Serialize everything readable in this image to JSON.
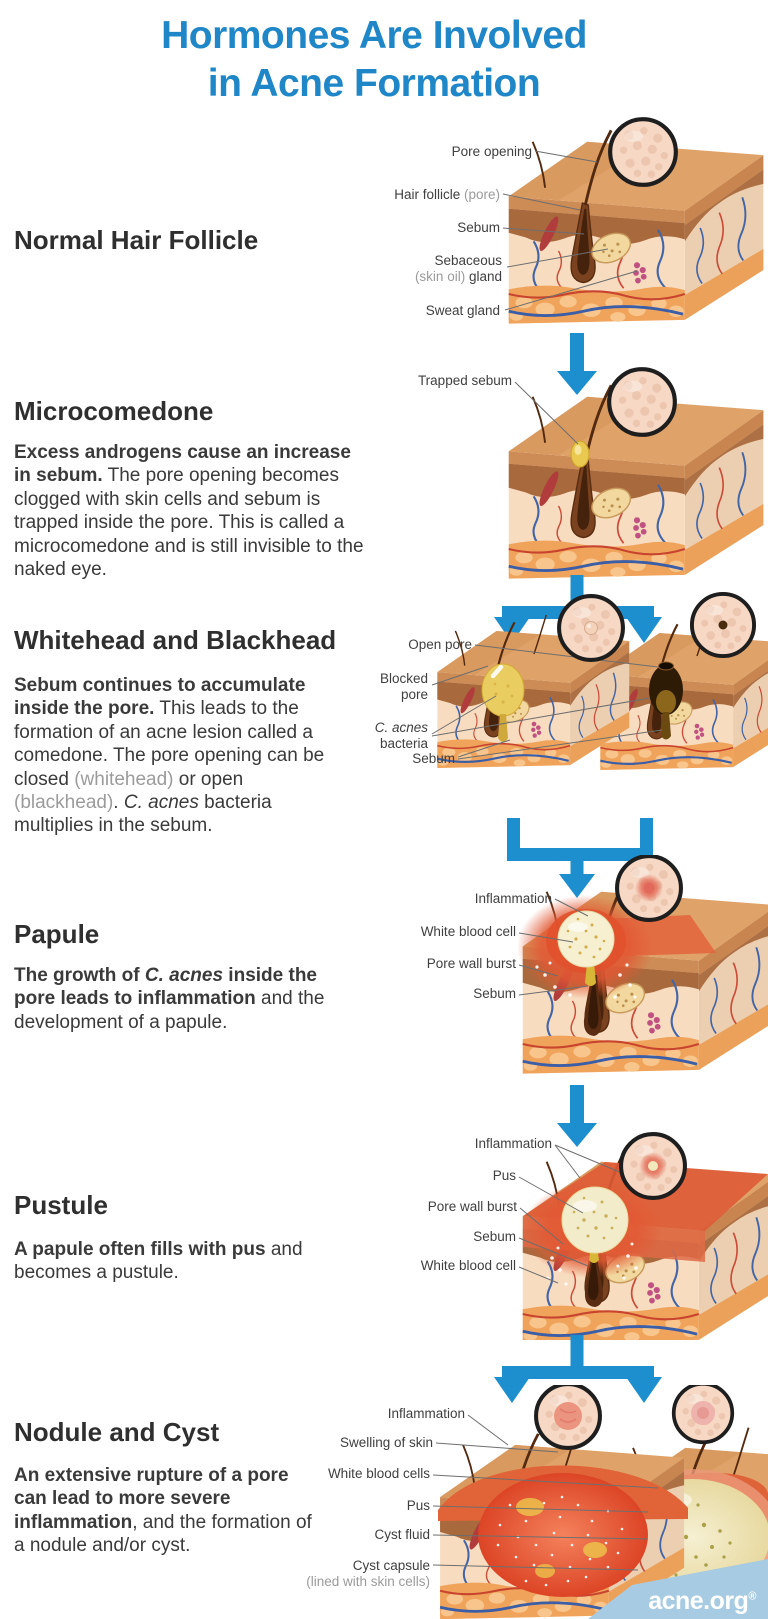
{
  "title": {
    "line1": "Hormones Are Involved",
    "line2": "in Acne Formation"
  },
  "colors": {
    "title_blue": "#1f87c7",
    "arrow_blue": "#1e8fce",
    "banner_blue": "#a7cbe2",
    "heading_dark": "#2f2f2f",
    "body_text": "#3a3a3a",
    "muted_gray": "#9b9b9b"
  },
  "sections": {
    "normal": {
      "heading": "Normal Hair Follicle",
      "labels": {
        "pore_opening": "Pore opening",
        "hair_follicle": "Hair follicle ",
        "hair_follicle_paren": "(pore)",
        "sebum": "Sebum",
        "sebaceous_line1": "Sebaceous",
        "sebaceous_paren": "(skin oil)",
        "sebaceous_rest": " gland",
        "sweat_gland": "Sweat gland"
      }
    },
    "microcomedone": {
      "heading": "Microcomedone",
      "para": {
        "bold": "Excess androgens cause an increase in sebum.",
        "rest": " The pore opening becomes clogged with skin cells and sebum is trapped inside the pore. This is called a microcomedone and is still invisible to the naked eye."
      },
      "labels": {
        "trapped_sebum": "Trapped sebum"
      }
    },
    "comedone": {
      "heading": "Whitehead and Blackhead",
      "para": {
        "p1": "Sebum continues to accumulate inside the pore.",
        "p2": " This leads to the formation of an acne lesion called a comedone. The pore opening can be closed ",
        "p3": "(whitehead)",
        "p4": " or open ",
        "p5": "(blackhead)",
        "p6": ". ",
        "p7": "C. acnes",
        "p8": " bacteria multiplies in the sebum."
      },
      "labels": {
        "open_pore": "Open pore",
        "blocked_1": "Blocked",
        "blocked_2": "pore",
        "cacnes_1": "C. acnes",
        "cacnes_2": "bacteria",
        "sebum": "Sebum"
      }
    },
    "papule": {
      "heading": "Papule",
      "para": {
        "p1": "The growth of ",
        "p2": "C. acnes",
        "p3": " inside the pore leads to inflammation",
        "p4": " and the development of a papule."
      },
      "labels": {
        "inflammation": "Inflammation",
        "white_blood_cell": "White blood cell",
        "pore_wall_burst": "Pore wall burst",
        "sebum": "Sebum"
      }
    },
    "pustule": {
      "heading": "Pustule",
      "para": {
        "bold": "A papule often fills with pus",
        "rest": " and becomes a pustule."
      },
      "labels": {
        "inflammation": "Inflammation",
        "pus": "Pus",
        "pore_wall_burst": "Pore wall burst",
        "sebum": "Sebum",
        "white_blood_cell": "White blood cell"
      }
    },
    "nodule": {
      "heading": "Nodule and Cyst",
      "para": {
        "bold": "An extensive rupture of a pore can lead to more severe inflammation",
        "rest": ", and the formation of a nodule and/or cyst."
      },
      "labels": {
        "inflammation": "Inflammation",
        "swelling_of_skin": "Swelling of skin",
        "white_blood_cells": "White blood cells",
        "pus": "Pus",
        "cyst_fluid": "Cyst fluid",
        "cyst_capsule_1": "Cyst capsule",
        "cyst_capsule_2": "(lined with skin cells)"
      }
    }
  },
  "footer": {
    "brand": "acne.org",
    "reg": "®"
  }
}
